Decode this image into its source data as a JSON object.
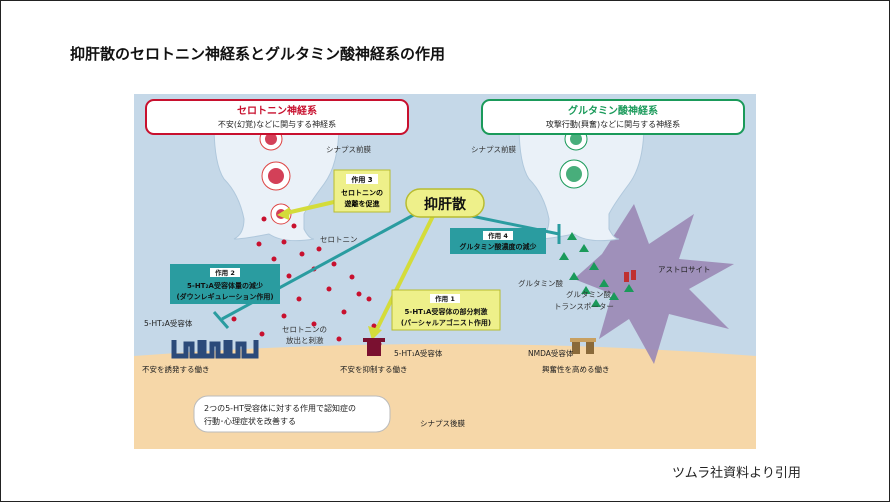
{
  "slide": {
    "title": "抑肝散のセロトニン神経系とグルタミン酸神経系の作用",
    "citation": "ツムラ社資料より引用"
  },
  "diagram": {
    "serotonin_box": {
      "title": "セロトニン神経系",
      "subtitle": "不安(幻覚)などに関与する神経系"
    },
    "glutamate_box": {
      "title": "グルタミン酸神経系",
      "subtitle": "攻撃行動(興奮)などに関与する神経系"
    },
    "presynaptic_left": "シナプス前膜",
    "presynaptic_right": "シナプス前膜",
    "drug": "抑肝散",
    "action3": {
      "tag": "作用 3",
      "line1": "セロトニンの",
      "line2": "遊離を促進"
    },
    "action4": {
      "tag": "作用 4",
      "line1": "グルタミン酸濃度の減少"
    },
    "action2": {
      "tag": "作用 2",
      "line1": "5-HT₂A受容体量の減少",
      "line2": "(ダウンレギュレーション作用)"
    },
    "action1": {
      "tag": "作用 1",
      "line1": "5-HT₁A受容体の部分刺激",
      "line2": "(パーシャルアゴニスト作用)"
    },
    "serotonin_label": "セロトニン",
    "release_label_1": "セロトニンの",
    "release_label_2": "放出と刺激",
    "glutamate_label": "グルタミン酸",
    "transporter_label_1": "グルタミン酸",
    "transporter_label_2": "トランスポーター",
    "astrocyte_label": "アストロサイト",
    "receptor_2a": "5-HT₂A受容体",
    "receptor_1a": "5-HT₁A受容体",
    "nmda": "NMDA受容体",
    "effect_anxiety_up": "不安を誘発する働き",
    "effect_anxiety_down": "不安を抑制する働き",
    "effect_excite": "興奮性を高める働き",
    "summary_line1": "2つの5-HT受容体に対する作用で認知症の",
    "summary_line2": "行動･心理症状を改善する",
    "postsynaptic": "シナプス後膜",
    "colors": {
      "background_blue": "#c5d8e8",
      "postsynaptic": "#f6d7a8",
      "neuron": "#eaf1f8",
      "serotonin_dot": "#c8102e",
      "glutamate_dot": "#1a9a5a",
      "action_box": "#eef08a",
      "action_box_teal": "#2a9ca0",
      "astrocyte": "#9a88b5"
    }
  }
}
